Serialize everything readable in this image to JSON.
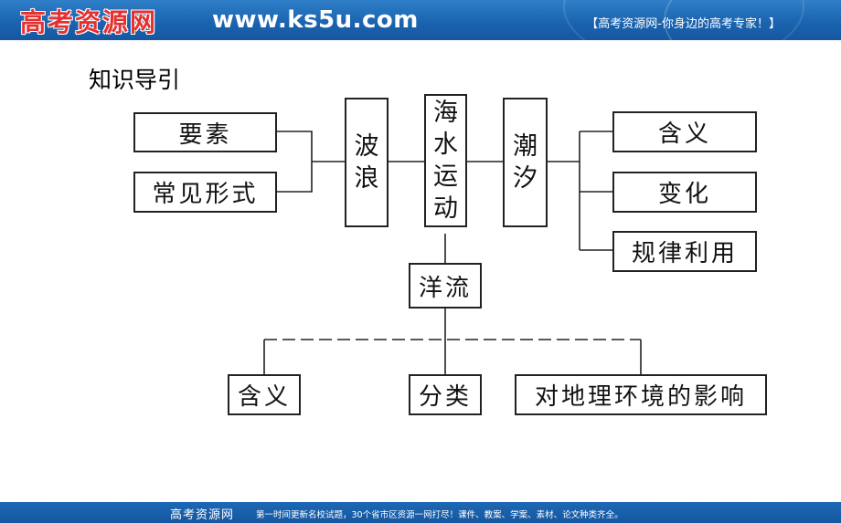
{
  "header": {
    "logo": "高考资源网",
    "url": "www.ks5u.com",
    "slogan": "【高考资源网-你身边的高考专家！】"
  },
  "diagram": {
    "title": "知识导引",
    "nodes": {
      "yaosu": "要素",
      "changjian": "常见形式",
      "bolang": "波浪",
      "haishui": "海水运动",
      "chaoxi": "潮汐",
      "hanyi_tide": "含义",
      "bianhua": "变化",
      "guilv": "规律利用",
      "yangliu": "洋流",
      "hanyi_current": "含义",
      "fenlei": "分类",
      "yingxiang": "对地理环境的影响"
    }
  },
  "footer": {
    "name": "高考资源网",
    "text": "第一时间更新名校试题，30个省市区资源一网打尽！课件、教案、学案、素材、论文种类齐全。"
  }
}
